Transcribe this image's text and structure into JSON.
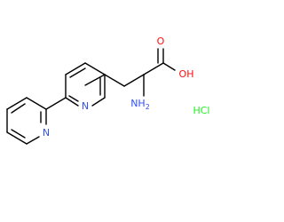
{
  "atoms": {
    "acid_oxygen": "O",
    "hydroxyl": "OH",
    "amine": "NH",
    "amine_subscript": "2",
    "ring_nitrogen_bipyridine": "N",
    "ring_nitrogen_pyridyl": "N",
    "salt": "HCl"
  },
  "colors": {
    "bond": "#000000",
    "oxygen": "#ff0d0d",
    "nitrogen": "#3050f8",
    "chlorine": "#1ff01f",
    "hydrogen_text": "#000000"
  }
}
